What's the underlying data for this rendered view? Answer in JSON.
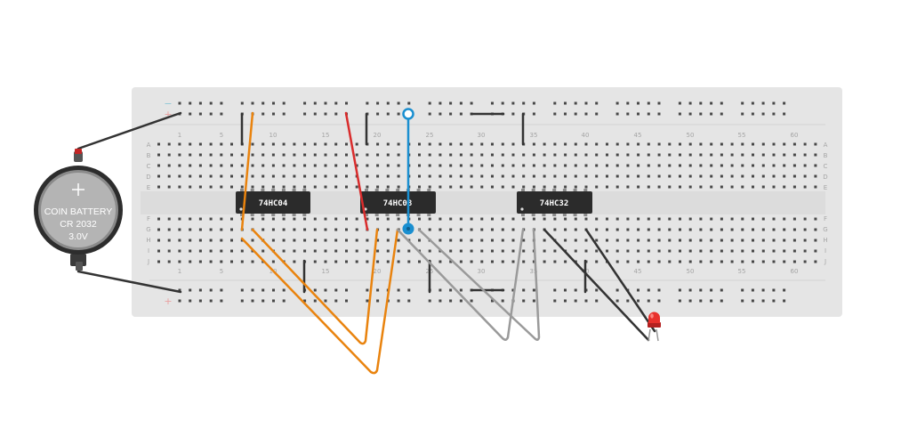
{
  "breadboard": {
    "column_numbers": [
      "1",
      "5",
      "10",
      "15",
      "20",
      "25",
      "30",
      "35",
      "40",
      "45",
      "50",
      "55",
      "60"
    ],
    "row_letters_top": [
      "A",
      "B",
      "C",
      "D",
      "E"
    ],
    "row_letters_bottom": [
      "F",
      "G",
      "H",
      "I",
      "J"
    ],
    "rail_minus": "−",
    "rail_plus": "+"
  },
  "battery": {
    "line1": "COIN BATTERY",
    "line2": "CR 2032",
    "line3": "3.0V"
  },
  "chips": [
    {
      "label": "74HC04"
    },
    {
      "label": "74HC08"
    },
    {
      "label": "74HC32"
    }
  ],
  "colors": {
    "board": "#e5e5e5",
    "hole": "#474747",
    "chip": "#2b2b2b",
    "wire_orange": "#e9830e",
    "wire_gray": "#9a9a9a",
    "wire_black": "#333333",
    "wire_red": "#d92c2c",
    "wire_blue": "#1a8fd0",
    "led": "#e8302c"
  }
}
